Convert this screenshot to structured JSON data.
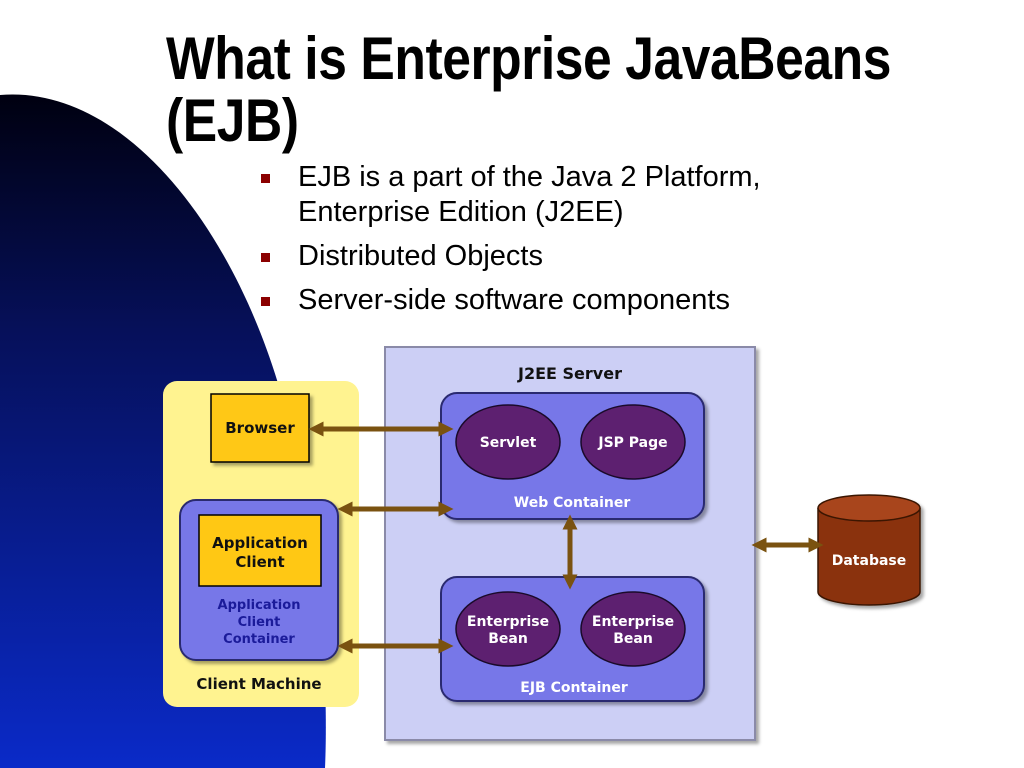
{
  "slide": {
    "title_line1": "What is Enterprise JavaBeans",
    "title_line2": "(EJB)",
    "bullets": [
      "EJB is a part of the Java 2 Platform, Enterprise Edition (J2EE)",
      "Distributed Objects",
      "Server-side software components"
    ]
  },
  "diagram": {
    "server_title": "J2EE Server",
    "web_container": "Web Container",
    "servlet": "Servlet",
    "jsp_page": "JSP Page",
    "ejb_container": "EJB Container",
    "bean1": [
      "Enterprise",
      "Bean"
    ],
    "bean2": [
      "Enterprise",
      "Bean"
    ],
    "browser": "Browser",
    "app_client": [
      "Application",
      "Client"
    ],
    "app_client_container": [
      "Application",
      "Client",
      "Container"
    ],
    "client_machine": "Client Machine",
    "database": "Database"
  },
  "colors": {
    "swoosh": "#0a1a9a",
    "client_bg": "#fff390",
    "server_bg": "#cccff5",
    "container": "#7777e8",
    "oval": "#5d2070",
    "yellow_box": "#ffc814",
    "arrow": "#7a5210",
    "database": "#8a3010",
    "bullet": "#8b0000"
  }
}
